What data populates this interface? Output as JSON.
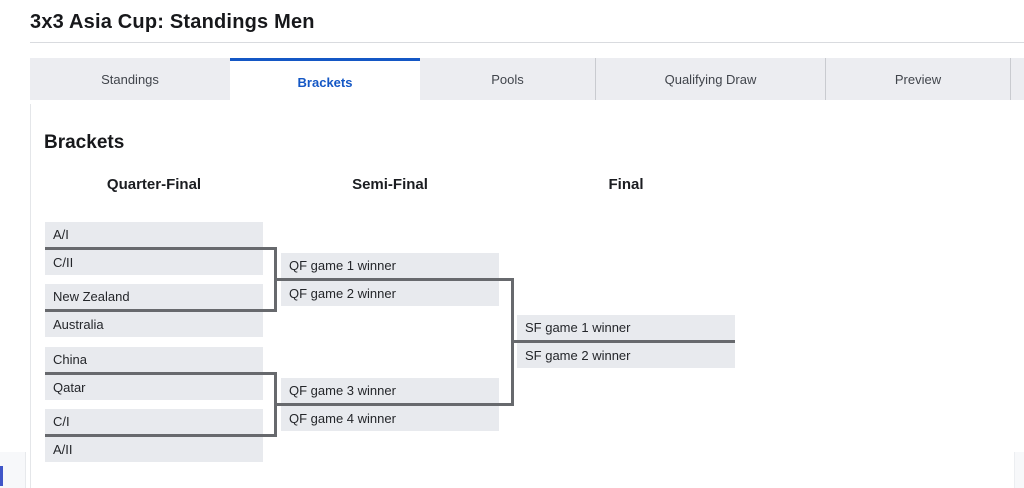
{
  "header": {
    "title": "3x3 Asia Cup: Standings Men"
  },
  "tabs": {
    "items": [
      {
        "label": "Standings",
        "active": false
      },
      {
        "label": "Brackets",
        "active": true
      },
      {
        "label": "Pools",
        "active": false
      },
      {
        "label": "Qualifying Draw",
        "active": false
      },
      {
        "label": "Preview",
        "active": false
      }
    ]
  },
  "panel": {
    "heading": "Brackets"
  },
  "bracket": {
    "round_headers": [
      "Quarter-Final",
      "Semi-Final",
      "Final"
    ],
    "quarter_final_slots": [
      "A/I",
      "C/II",
      "New Zealand",
      "Australia",
      "China",
      "Qatar",
      "C/I",
      "A/II"
    ],
    "semi_final_slots": [
      "QF game 1 winner",
      "QF game 2 winner",
      "QF game 3 winner",
      "QF game 4 winner"
    ],
    "final_slots": [
      "SF game 1 winner",
      "SF game 2 winner"
    ]
  },
  "colors": {
    "accent_blue": "#1457c5",
    "tab_bg": "#ecedf1",
    "slot_bg": "#e8eaee",
    "connector_gray": "#67696d"
  }
}
